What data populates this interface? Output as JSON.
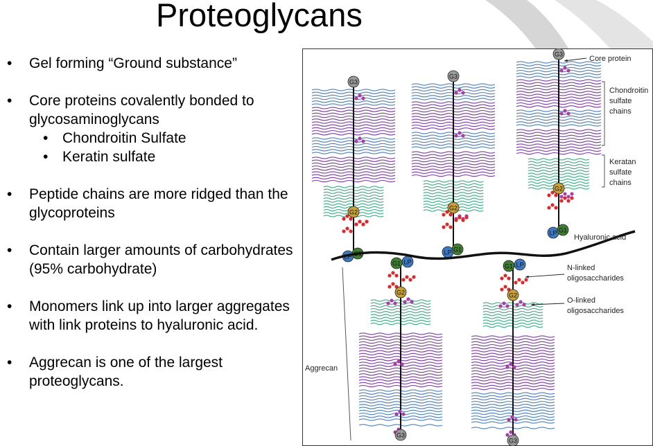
{
  "slide": {
    "title": "Proteoglycans",
    "bullets": [
      "Gel forming “Ground substance”",
      "Core proteins covalently bonded to glycosaminoglycans",
      "Peptide chains are more ridged than the glycoproteins",
      "Contain larger amounts of carbohydrates (95% carbohydrate)",
      "Monomers link up into larger aggregates with link proteins to hyaluronic acid.",
      "Aggrecan is one of the largest proteoglycans."
    ],
    "sub_bullets": [
      "Chondroitin Sulfate",
      "Keratin sulfate"
    ]
  },
  "figure": {
    "labels": {
      "core_protein": "Core protein",
      "chondroitin_1": "Chondroitin",
      "chondroitin_2": "sulfate",
      "chondroitin_3": "chains",
      "keratan_1": "Keratan",
      "keratan_2": "sulfate",
      "keratan_3": "chains",
      "hyaluronic": "Hyaluronic acid",
      "nlinked_1": "N-linked",
      "nlinked_2": "oligosaccharides",
      "olinked_1": "O-linked",
      "olinked_2": "oligosaccharides",
      "aggrecan": "Aggrecan"
    },
    "domains": {
      "g1": "G1",
      "g2": "G2",
      "g3": "G3",
      "lp": "LP"
    },
    "colors": {
      "chondroitin_blue": "#4a7fb8",
      "chondroitin_purple": "#7a3c9e",
      "keratan": "#3aa882",
      "nlinked": "#d92b2b",
      "olinked": "#a83fa8",
      "g1": "#3e7d32",
      "g2": "#c8a13a",
      "g3": "#9a9a9a",
      "lp": "#3d78c0"
    }
  }
}
